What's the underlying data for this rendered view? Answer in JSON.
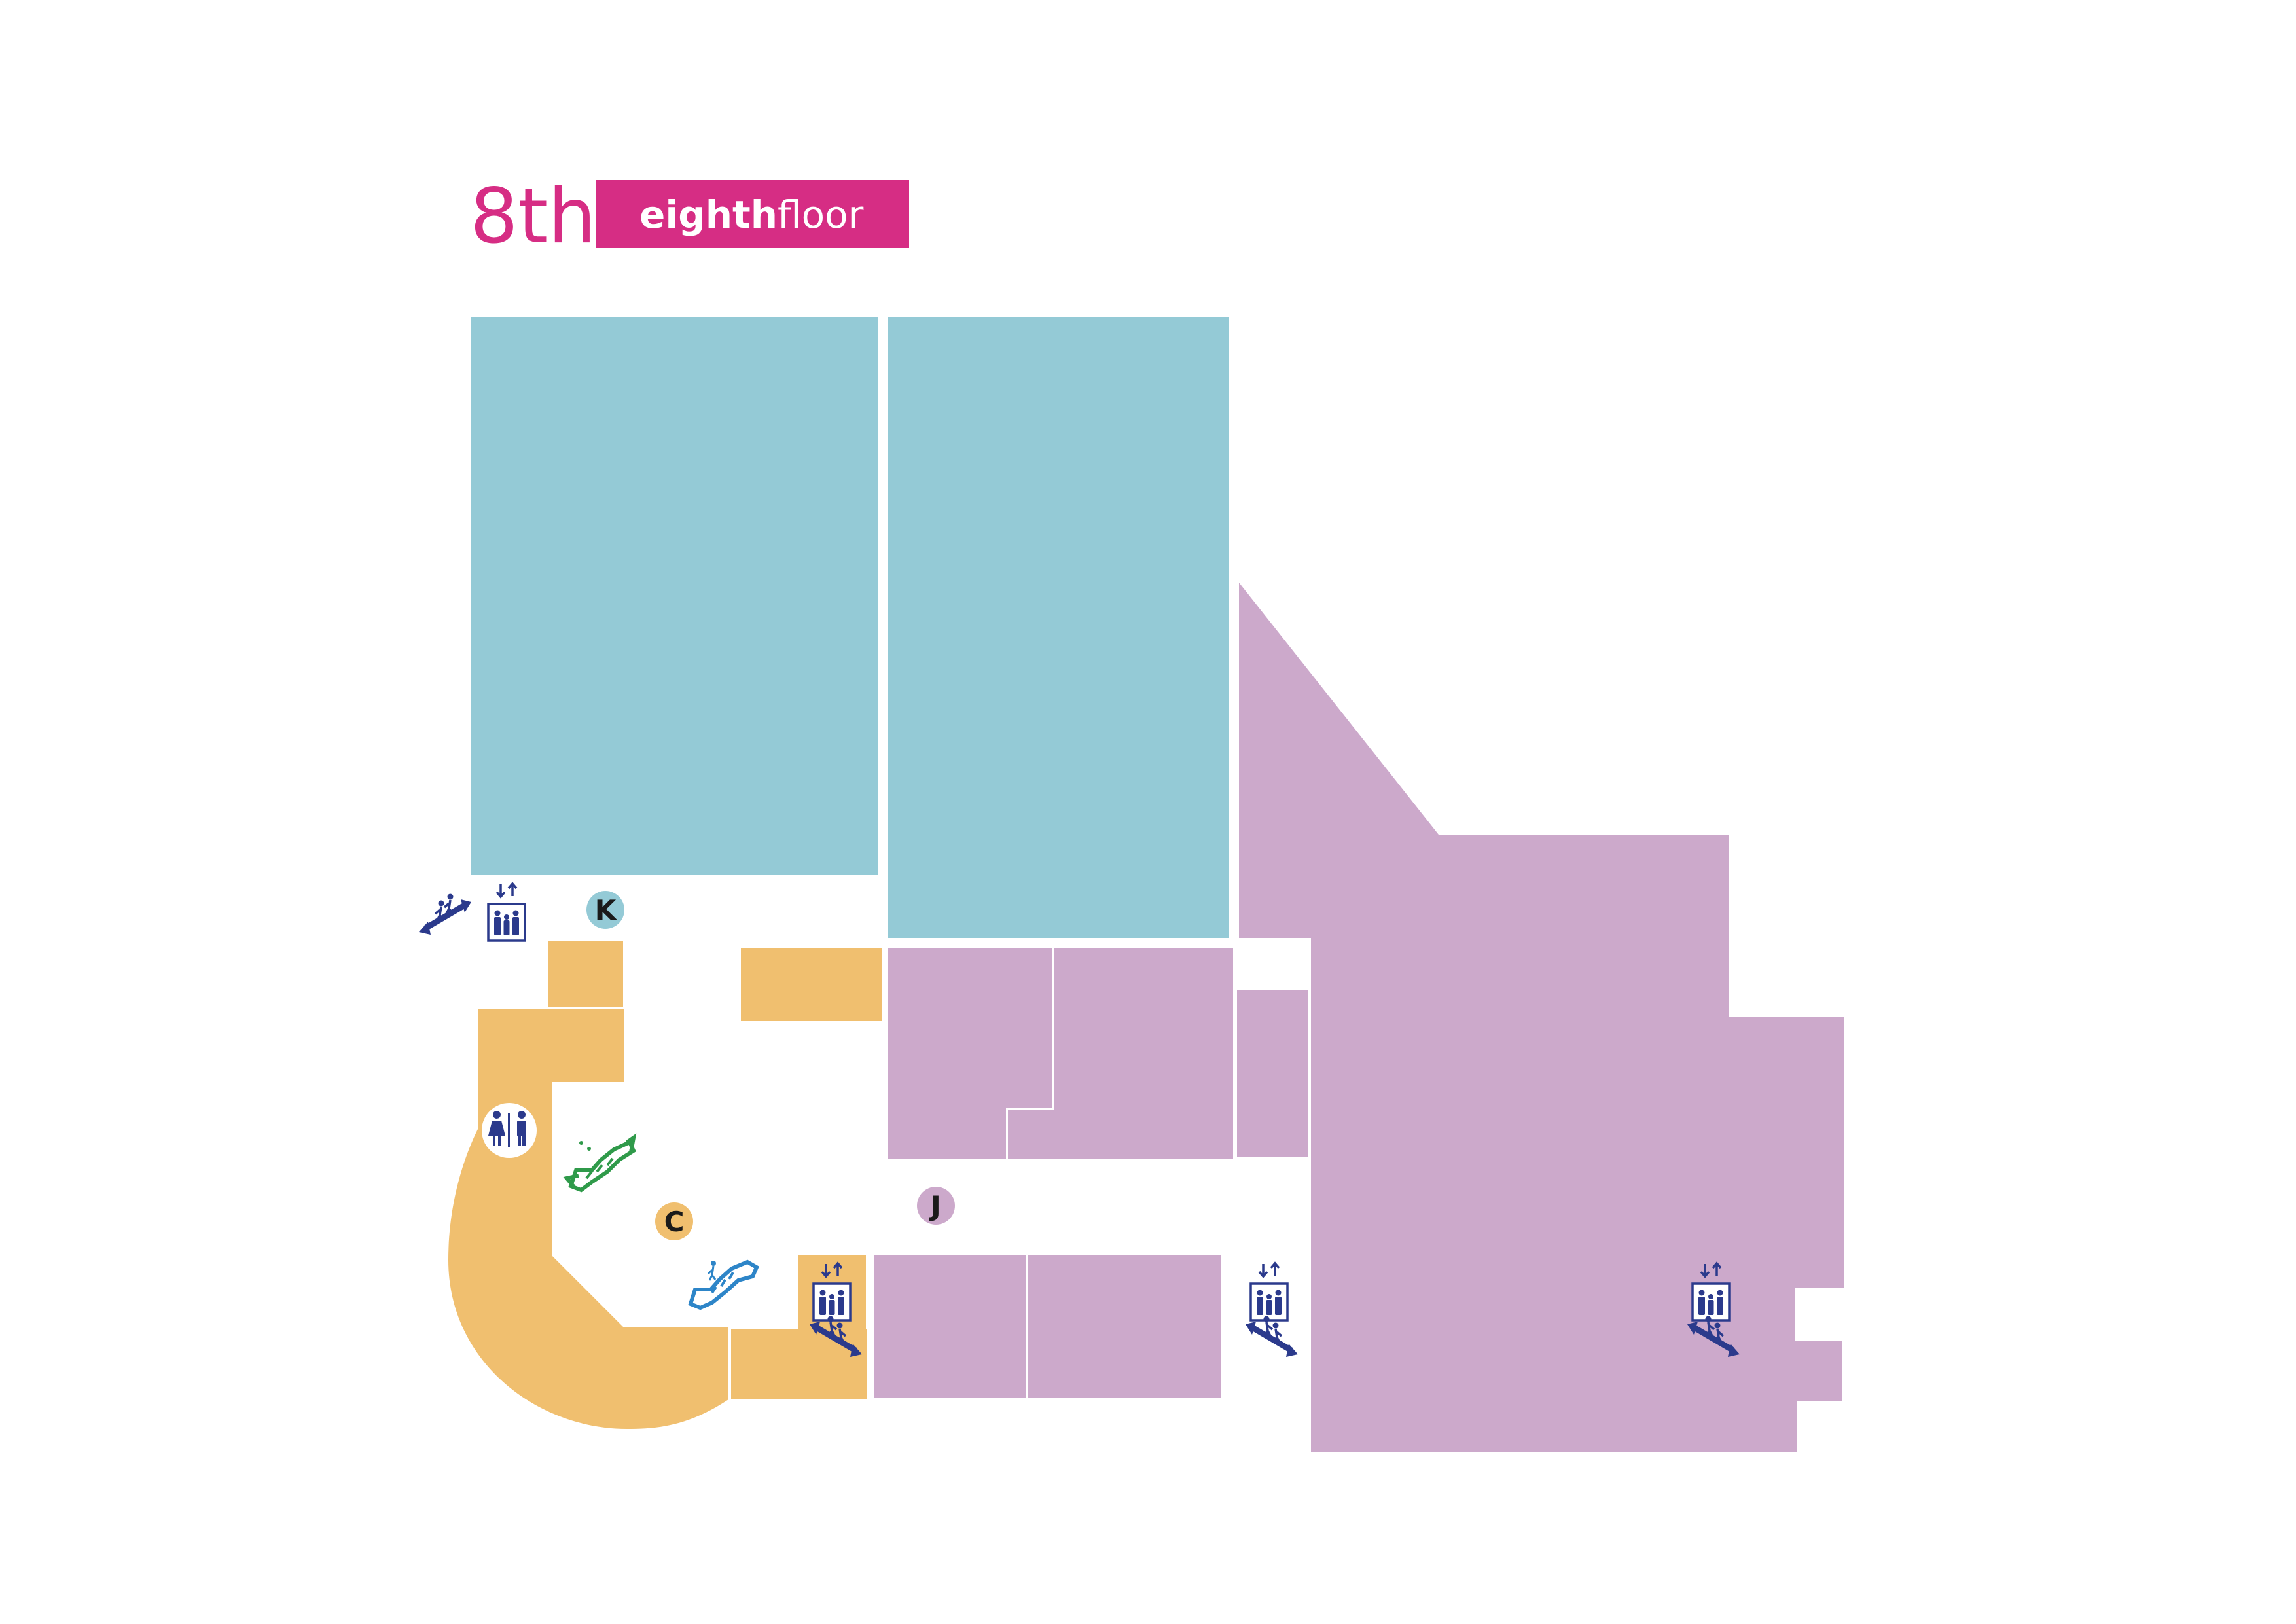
{
  "header": {
    "floor_number": "8th",
    "banner_bold": "eighth",
    "banner_light": "floor"
  },
  "colors": {
    "teal": "#94cad6",
    "purple": "#cca9cb",
    "orange": "#f0bf6f",
    "magenta": "#d62d84",
    "navy": "#2b3a8c",
    "green": "#2f9a4a",
    "blue": "#2d85c8"
  },
  "zones": {
    "k": "K",
    "c": "C",
    "j": "J"
  },
  "icons": [
    "escalator-icon",
    "lift-icon",
    "toilets-icon",
    "stairs-icon"
  ]
}
